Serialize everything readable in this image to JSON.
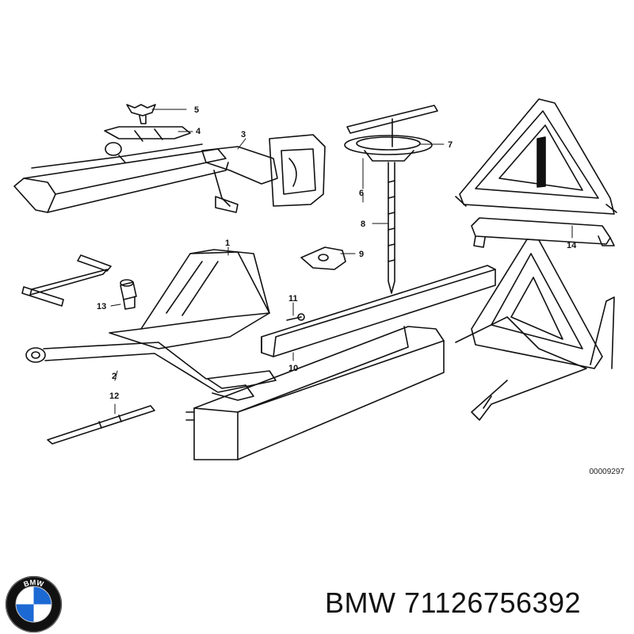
{
  "diagram": {
    "callouts": {
      "c1": "1",
      "c2": "2",
      "c3": "3",
      "c4": "4",
      "c5": "5",
      "c6": "6",
      "c7": "7",
      "c8": "8",
      "c9": "9",
      "c10": "10",
      "c11": "11",
      "c12": "12",
      "c13": "13",
      "c14": "14"
    },
    "document_number": "00009297"
  },
  "footer": {
    "brand": "BMW",
    "part_number": "71126756392",
    "logo_text": "BMW"
  },
  "colors": {
    "line": "#111111",
    "background": "#ffffff",
    "logo_blue": "#1c69d4"
  }
}
